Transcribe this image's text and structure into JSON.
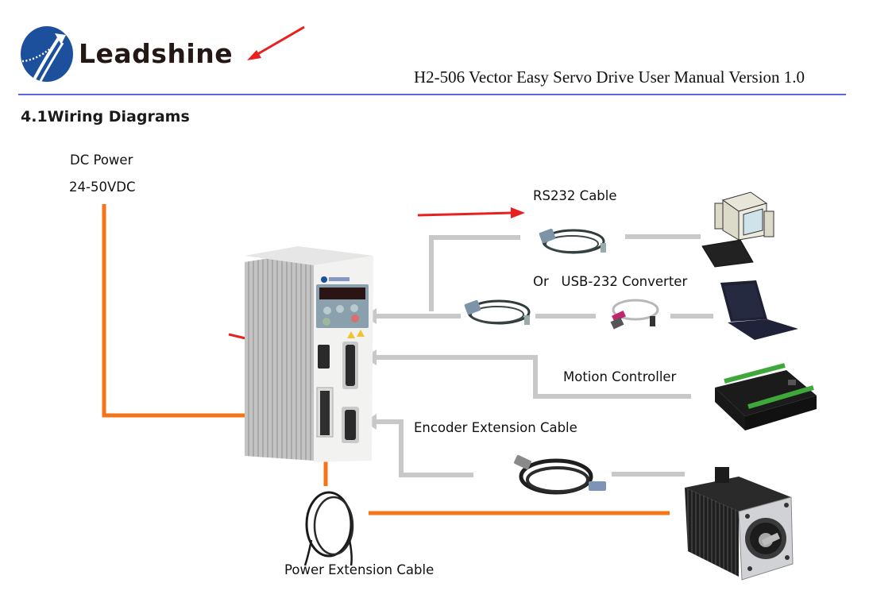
{
  "header": {
    "brand_name": "Leadshine",
    "manual_title": "H2-506 Vector Easy Servo Drive User Manual Version 1.0",
    "colors": {
      "brand_blue": "#1c4f9c",
      "rule": "#5a66d6",
      "annotation_arrow": "#e8201f"
    }
  },
  "section": {
    "title": "4.1Wiring Diagrams"
  },
  "diagram": {
    "colors": {
      "power_line": "#f47417",
      "signal_line": "#c8c8c8"
    },
    "labels": {
      "dc_power": "DC Power",
      "dc_voltage": "24-50VDC",
      "rs232_cable": "RS232 Cable",
      "usb_converter": "Or   USB-232 Converter",
      "motion_controller": "Motion Controller",
      "encoder_cable": "Encoder Extension Cable",
      "power_cable": "Power Extension Cable"
    },
    "components": [
      {
        "name": "servo-drive",
        "label": "H2-506 servo drive"
      },
      {
        "name": "desktop-pc",
        "label": "Desktop computer"
      },
      {
        "name": "laptop",
        "label": "Laptop"
      },
      {
        "name": "motion-controller",
        "label": "Motion controller board"
      },
      {
        "name": "servo-motor",
        "label": "Servo motor"
      }
    ]
  }
}
